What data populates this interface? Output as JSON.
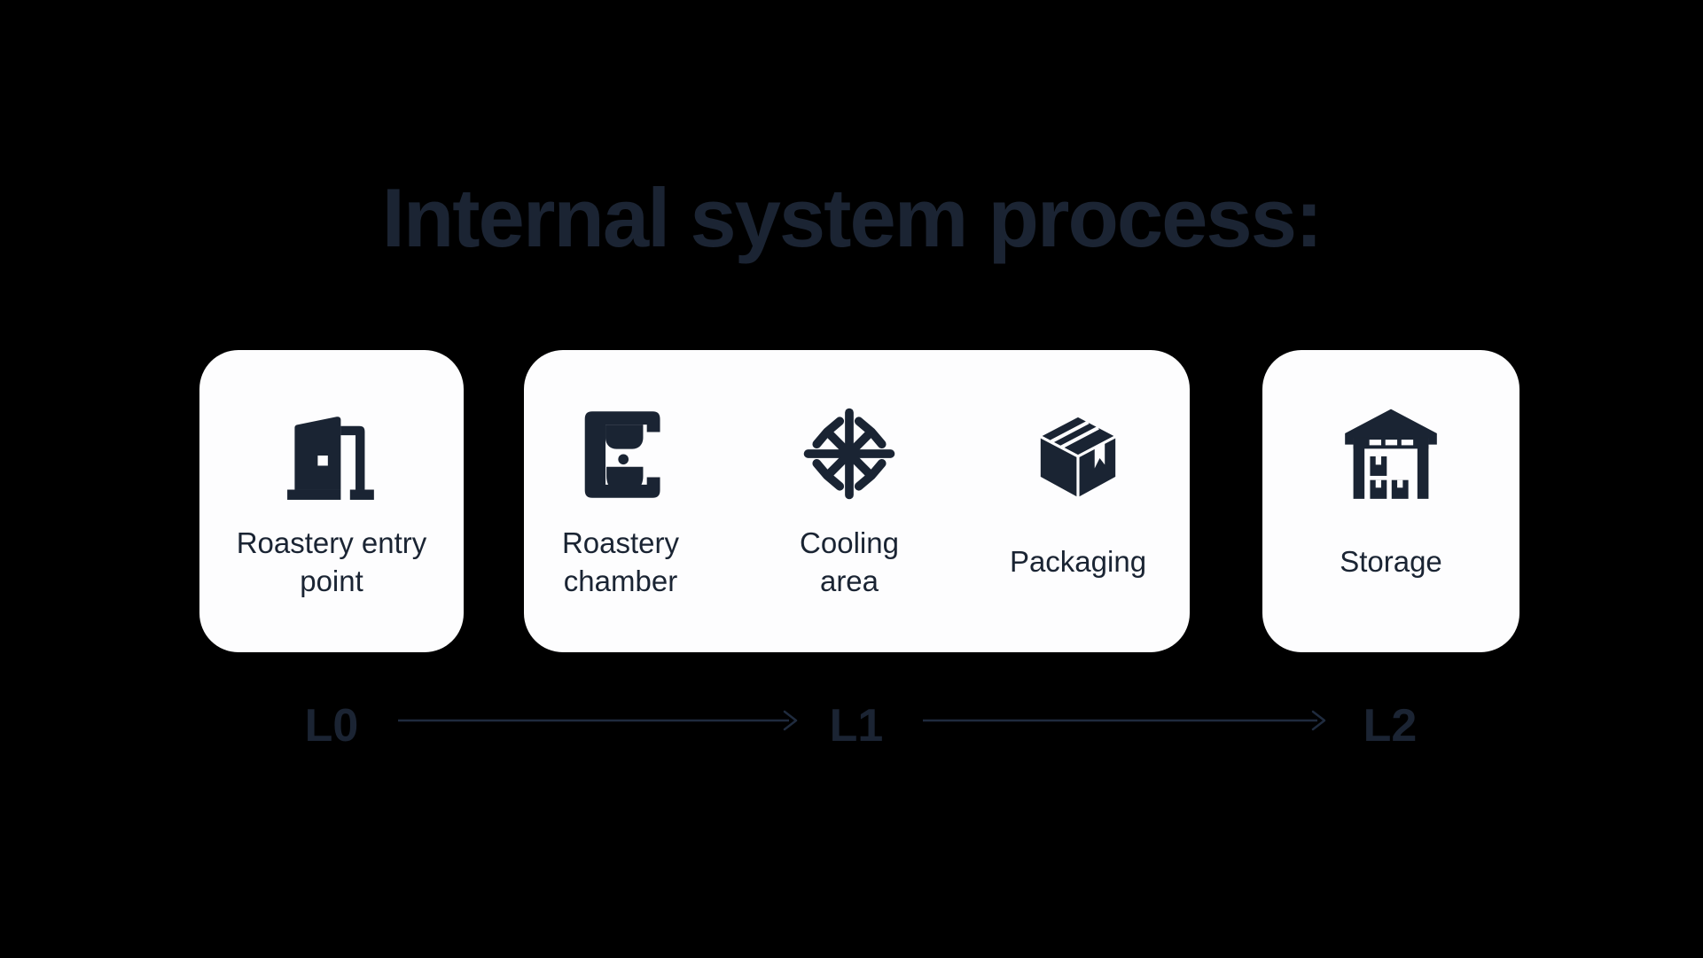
{
  "title": "Internal system process:",
  "colors": {
    "background": "#000000",
    "card": "#fdfdfe",
    "ink": "#1a2433",
    "arrow": "#1f2b3e"
  },
  "cards": [
    {
      "level": "L0",
      "items": [
        {
          "icon": "door-open-icon",
          "label": "Roastery entry point"
        }
      ]
    },
    {
      "level": "L1",
      "items": [
        {
          "icon": "coffee-machine-icon",
          "label": "Roastery chamber"
        },
        {
          "icon": "snowflake-icon",
          "label": "Cooling area"
        },
        {
          "icon": "package-box-icon",
          "label": "Packaging"
        }
      ]
    },
    {
      "level": "L2",
      "items": [
        {
          "icon": "warehouse-icon",
          "label": "Storage"
        }
      ]
    }
  ],
  "flow": {
    "levels": [
      "L0",
      "L1",
      "L2"
    ]
  }
}
